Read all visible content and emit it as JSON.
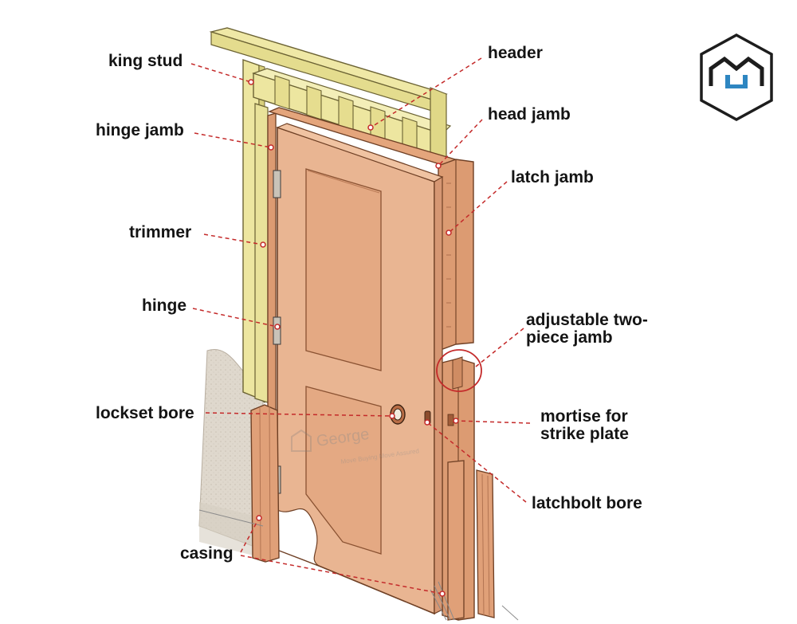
{
  "labels": {
    "king_stud": "king stud",
    "hinge_jamb": "hinge jamb",
    "trimmer": "trimmer",
    "hinge": "hinge",
    "lockset_bore": "lockset bore",
    "casing": "casing",
    "header": "header",
    "head_jamb": "head jamb",
    "latch_jamb": "latch jamb",
    "adjustable_jamb_line1": "adjustable two-",
    "adjustable_jamb_line2": "piece jamb",
    "mortise_line1": "mortise for",
    "mortise_line2": "strike plate",
    "latchbolt_bore": "latchbolt bore"
  },
  "logo": {
    "icon": "house-logo-icon",
    "border_color": "#1d1d1d",
    "accent_color": "#2e86c1"
  },
  "watermark": {
    "text": "George",
    "subtext": "Move Buying Move Assured"
  },
  "colors": {
    "leader_line": "#c42a2a",
    "framing": "#ede6a0",
    "framing_shade": "#d8cf7c",
    "door": "#e7b08d",
    "door_shade": "#cf9470",
    "jamb": "#dc9b72",
    "wall": "#dcd4c9"
  }
}
